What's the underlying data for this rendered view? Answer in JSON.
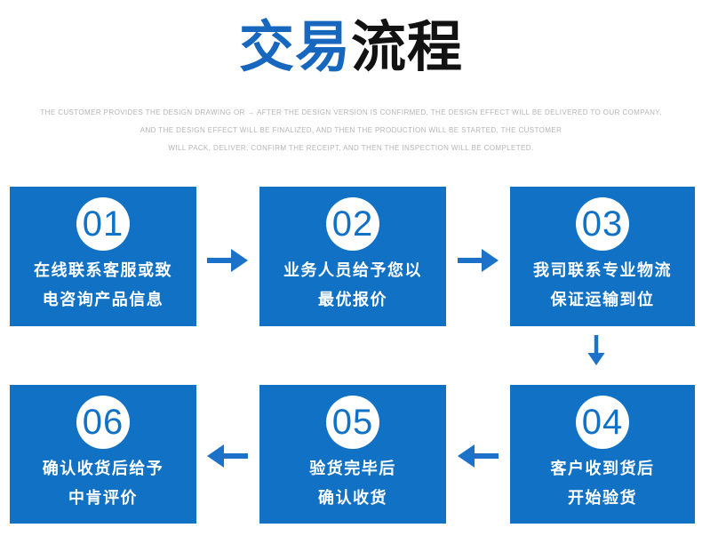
{
  "title": {
    "part1": "交易",
    "part2": "流程"
  },
  "subtitle": {
    "lines": [
      "THE CUSTOMER PROVIDES THE DESIGN DRAWING OR → AFTER THE DESIGN VERSION IS CONFIRMED, THE DESIGN EFFECT WILL BE DELIVERED TO OUR COMPANY,",
      "AND THE DESIGN EFFECT WILL BE FINALIZED, AND THEN THE PRODUCTION WILL BE STARTED, THE CUSTOMER",
      "WILL PACK, DELIVER, CONFIRM THE RECEIPT, AND THEN THE INSPECTION WILL BE COMPLETED."
    ]
  },
  "steps": [
    {
      "number": "01",
      "line1": "在线联系客服或致",
      "line2": "电咨询产品信息"
    },
    {
      "number": "02",
      "line1": "业务人员给予您以",
      "line2": "最优报价"
    },
    {
      "number": "03",
      "line1": "我司联系专业物流",
      "line2": "保证运输到位"
    },
    {
      "number": "04",
      "line1": "客户收到货后",
      "line2": "开始验货"
    },
    {
      "number": "05",
      "line1": "验货完毕后",
      "line2": "确认收货"
    },
    {
      "number": "06",
      "line1": "确认收货后给予",
      "line2": "中肯评价"
    }
  ],
  "colors": {
    "box_blue": "#1171c5",
    "title_blue": "#1767be",
    "title_black": "#121212",
    "arrow_blue": "#1b72c8",
    "subtitle_gray": "#b5b5b5",
    "step_text_white": "#ffffff"
  }
}
